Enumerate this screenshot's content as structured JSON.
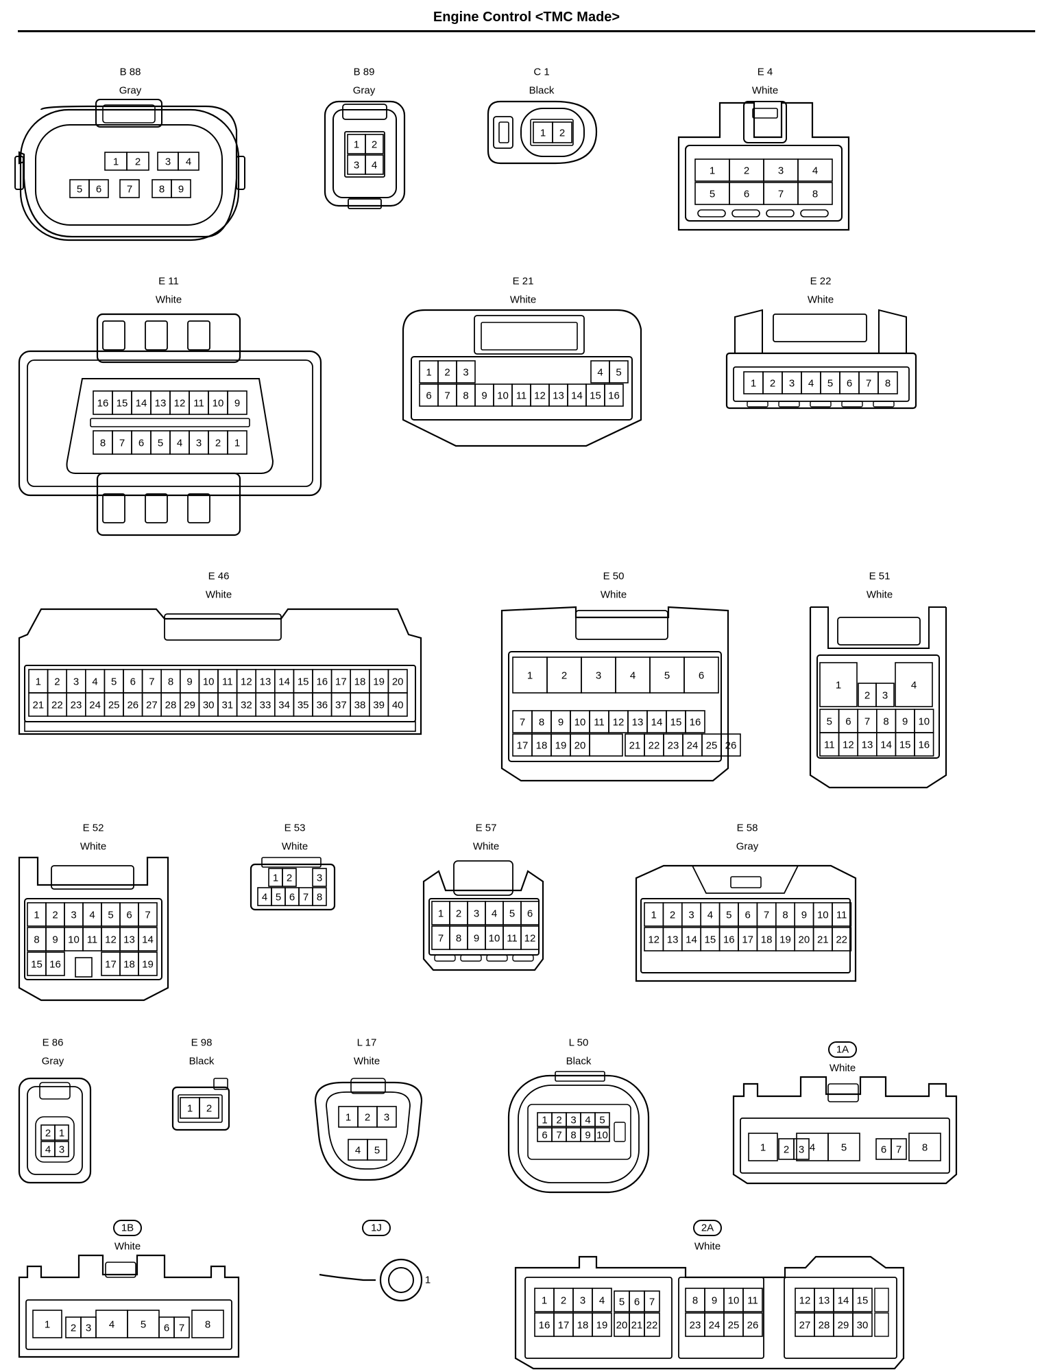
{
  "title": "Engine Control <TMC Made>",
  "connectors": [
    {
      "id": "B 88",
      "color": "Gray",
      "pins": [
        "1",
        "2",
        "3",
        "4",
        "5",
        "6",
        "7",
        "8",
        "9"
      ]
    },
    {
      "id": "B 89",
      "color": "Gray",
      "pins": [
        "1",
        "2",
        "3",
        "4"
      ]
    },
    {
      "id": "C 1",
      "color": "Black",
      "pins": [
        "1",
        "2"
      ]
    },
    {
      "id": "E 4",
      "color": "White",
      "pins": [
        "1",
        "2",
        "3",
        "4",
        "5",
        "6",
        "7",
        "8"
      ]
    },
    {
      "id": "E 11",
      "color": "White",
      "pins": [
        "16",
        "15",
        "14",
        "13",
        "12",
        "11",
        "10",
        "9",
        "8",
        "7",
        "6",
        "5",
        "4",
        "3",
        "2",
        "1"
      ]
    },
    {
      "id": "E 21",
      "color": "White",
      "pins": [
        "1",
        "2",
        "3",
        "4",
        "5",
        "6",
        "7",
        "8",
        "9",
        "10",
        "11",
        "12",
        "13",
        "14",
        "15",
        "16"
      ]
    },
    {
      "id": "E 22",
      "color": "White",
      "pins": [
        "1",
        "2",
        "3",
        "4",
        "5",
        "6",
        "7",
        "8"
      ]
    },
    {
      "id": "E 46",
      "color": "White",
      "pins": [
        "1",
        "2",
        "3",
        "4",
        "5",
        "6",
        "7",
        "8",
        "9",
        "10",
        "11",
        "12",
        "13",
        "14",
        "15",
        "16",
        "17",
        "18",
        "19",
        "20",
        "21",
        "22",
        "23",
        "24",
        "25",
        "26",
        "27",
        "28",
        "29",
        "30",
        "31",
        "32",
        "33",
        "34",
        "35",
        "36",
        "37",
        "38",
        "39",
        "40"
      ]
    },
    {
      "id": "E 50",
      "color": "White",
      "pins": [
        "1",
        "2",
        "3",
        "4",
        "5",
        "6",
        "7",
        "8",
        "9",
        "10",
        "11",
        "12",
        "13",
        "14",
        "15",
        "16",
        "17",
        "18",
        "19",
        "20",
        "21",
        "22",
        "23",
        "24",
        "25",
        "26"
      ]
    },
    {
      "id": "E 51",
      "color": "White",
      "pins": [
        "1",
        "2",
        "3",
        "4",
        "5",
        "6",
        "7",
        "8",
        "9",
        "10",
        "11",
        "12",
        "13",
        "14",
        "15",
        "16"
      ]
    },
    {
      "id": "E 52",
      "color": "White",
      "pins": [
        "1",
        "2",
        "3",
        "4",
        "5",
        "6",
        "7",
        "8",
        "9",
        "10",
        "11",
        "12",
        "13",
        "14",
        "15",
        "16",
        "17",
        "18",
        "19"
      ]
    },
    {
      "id": "E 53",
      "color": "White",
      "pins": [
        "1",
        "2",
        "3",
        "4",
        "5",
        "6",
        "7",
        "8"
      ]
    },
    {
      "id": "E 57",
      "color": "White",
      "pins": [
        "1",
        "2",
        "3",
        "4",
        "5",
        "6",
        "7",
        "8",
        "9",
        "10",
        "11",
        "12"
      ]
    },
    {
      "id": "E 58",
      "color": "Gray",
      "pins": [
        "1",
        "2",
        "3",
        "4",
        "5",
        "6",
        "7",
        "8",
        "9",
        "10",
        "11",
        "12",
        "13",
        "14",
        "15",
        "16",
        "17",
        "18",
        "19",
        "20",
        "21",
        "22"
      ]
    },
    {
      "id": "E 86",
      "color": "Gray",
      "pins": [
        "2",
        "1",
        "4",
        "3"
      ]
    },
    {
      "id": "E 98",
      "color": "Black",
      "pins": [
        "1",
        "2"
      ]
    },
    {
      "id": "L 17",
      "color": "White",
      "pins": [
        "1",
        "2",
        "3",
        "4",
        "5"
      ]
    },
    {
      "id": "L 50",
      "color": "Black",
      "pins": [
        "1",
        "2",
        "3",
        "4",
        "5",
        "6",
        "7",
        "8",
        "9",
        "10"
      ]
    },
    {
      "id": "1A",
      "color": "White",
      "pins": [
        "1",
        "2",
        "3",
        "4",
        "5",
        "6",
        "7",
        "8"
      ]
    },
    {
      "id": "1B",
      "color": "White",
      "pins": [
        "1",
        "2",
        "3",
        "4",
        "5",
        "6",
        "7",
        "8"
      ]
    },
    {
      "id": "1J",
      "color": "",
      "pins": [
        "1"
      ]
    },
    {
      "id": "2A",
      "color": "White",
      "pins": [
        "1",
        "2",
        "3",
        "4",
        "5",
        "6",
        "7",
        "8",
        "9",
        "10",
        "11",
        "12",
        "13",
        "14",
        "15",
        "16",
        "17",
        "18",
        "19",
        "20",
        "21",
        "22",
        "23",
        "24",
        "25",
        "26",
        "27",
        "28",
        "29",
        "30"
      ]
    }
  ]
}
